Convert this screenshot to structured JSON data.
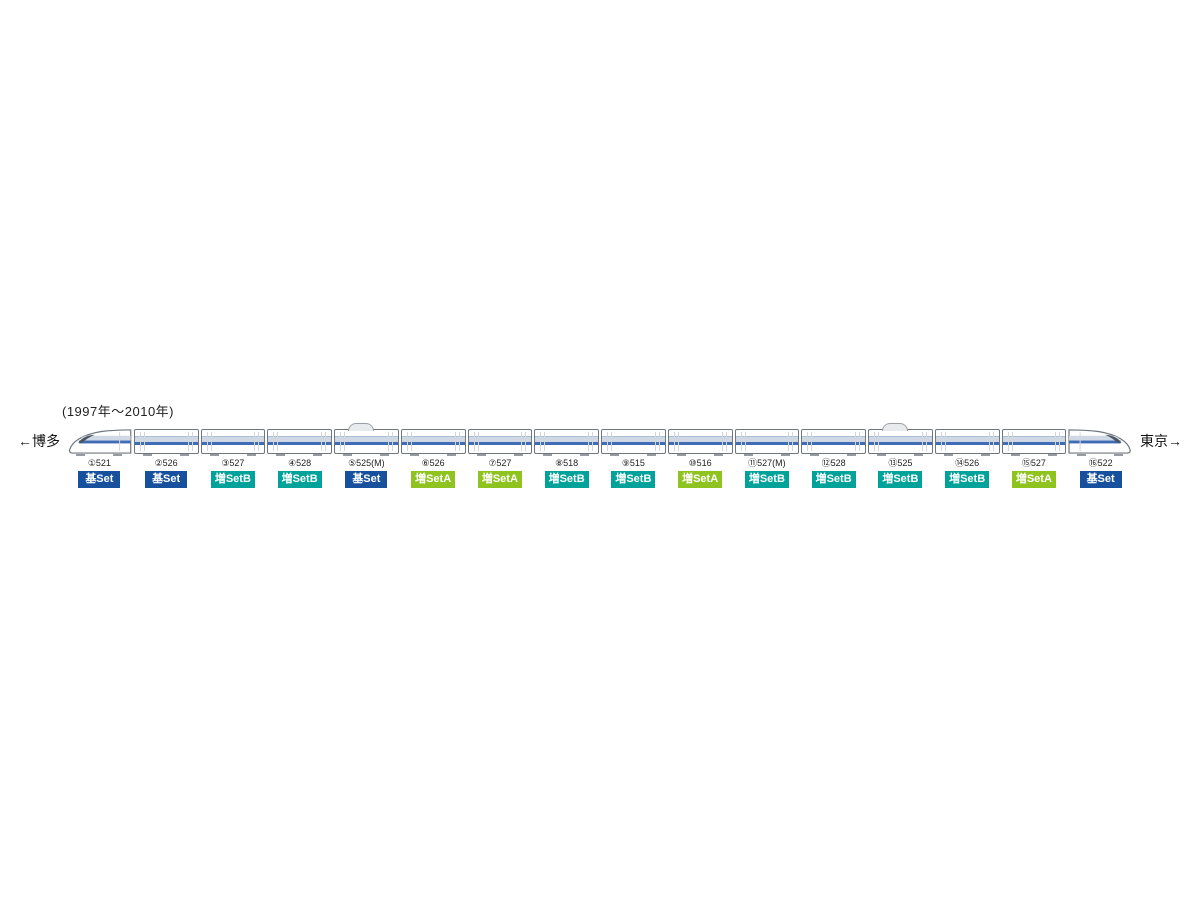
{
  "diagram": {
    "period": "(1997年〜2010年)",
    "direction_left": "←博多",
    "direction_right": "東京→"
  },
  "colors": {
    "base": "#17519e",
    "setA": "#8fc31f",
    "setB": "#00a29a",
    "body_stripe": "#3f6cb4",
    "window_band": "#cfd9e6"
  },
  "train": {
    "cars": [
      {
        "label": "①521",
        "set": "base",
        "set_label": "基Set",
        "pantograph": false
      },
      {
        "label": "②526",
        "set": "base",
        "set_label": "基Set",
        "pantograph": false
      },
      {
        "label": "③527",
        "set": "setB",
        "set_label": "増SetB",
        "pantograph": false
      },
      {
        "label": "④528",
        "set": "setB",
        "set_label": "増SetB",
        "pantograph": false
      },
      {
        "label": "⑤525(M)",
        "set": "base",
        "set_label": "基Set",
        "pantograph": true
      },
      {
        "label": "⑥526",
        "set": "setA",
        "set_label": "増SetA",
        "pantograph": false
      },
      {
        "label": "⑦527",
        "set": "setA",
        "set_label": "増SetA",
        "pantograph": false
      },
      {
        "label": "⑧518",
        "set": "setB",
        "set_label": "増SetB",
        "pantograph": false
      },
      {
        "label": "⑨515",
        "set": "setB",
        "set_label": "増SetB",
        "pantograph": false
      },
      {
        "label": "⑩516",
        "set": "setA",
        "set_label": "増SetA",
        "pantograph": false
      },
      {
        "label": "⑪527(M)",
        "set": "setB",
        "set_label": "増SetB",
        "pantograph": false
      },
      {
        "label": "⑫528",
        "set": "setB",
        "set_label": "増SetB",
        "pantograph": false
      },
      {
        "label": "⑬525",
        "set": "setB",
        "set_label": "増SetB",
        "pantograph": true
      },
      {
        "label": "⑭526",
        "set": "setB",
        "set_label": "増SetB",
        "pantograph": false
      },
      {
        "label": "⑮527",
        "set": "setA",
        "set_label": "増SetA",
        "pantograph": false
      },
      {
        "label": "⑯522",
        "set": "base",
        "set_label": "基Set",
        "pantograph": false
      }
    ]
  }
}
